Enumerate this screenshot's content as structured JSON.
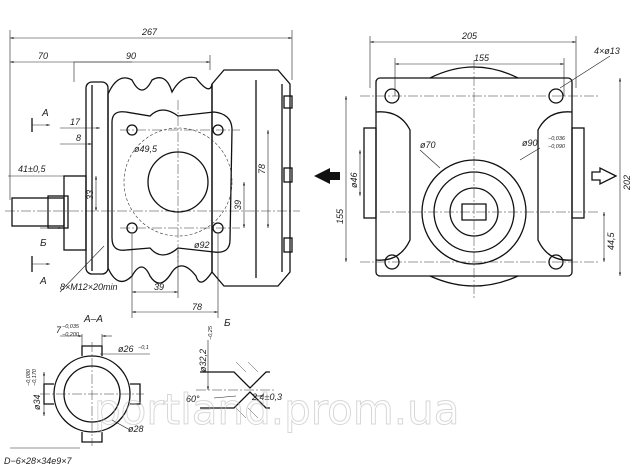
{
  "watermark": "portland.prom.ua",
  "front_view": {
    "overall_length": "267",
    "seg_70": "70",
    "seg_90": "90",
    "dim_17": "17",
    "dim_8": "8",
    "dim_41": "41±0,5",
    "dim_33": "33",
    "dim_phi49": "ø49,5",
    "dim_78v": "78",
    "dim_39v": "39",
    "dim_phi92": "ø92",
    "thread_note": "8×M12×20min",
    "dim_39h": "39",
    "dim_78h": "78",
    "section_mark_a": "A",
    "section_mark_b": "Б",
    "arrow_b_label": "Б"
  },
  "side_view": {
    "width_205": "205",
    "width_155": "155",
    "holes": "4×ø13",
    "dim_phi70": "ø70",
    "dim_phi90": "ø90",
    "tol_phi90_upper": "−0,036",
    "tol_phi90_lower": "−0,090",
    "dim_phi46": "ø46",
    "height_155": "155",
    "height_202": "202",
    "dim_44_5": "44,5"
  },
  "section_aa": {
    "title": "A–A",
    "dim_7": "7",
    "tol_7_upper": "−0,035",
    "tol_7_lower": "−0,200",
    "dim_phi26": "ø26",
    "tol_phi26": "−0,1",
    "dim_phi34": "ø34",
    "tol_phi34_upper": "−0,080",
    "tol_phi34_lower": "−0,170",
    "dim_phi28": "ø28",
    "spline_note": "D−6×28×34e9×7"
  },
  "view_b": {
    "title": "Б",
    "dim_phi32": "ø32,2",
    "tol_phi32": "−0,25",
    "angle": "60°",
    "dim_2_4": "2,4±0,3"
  }
}
